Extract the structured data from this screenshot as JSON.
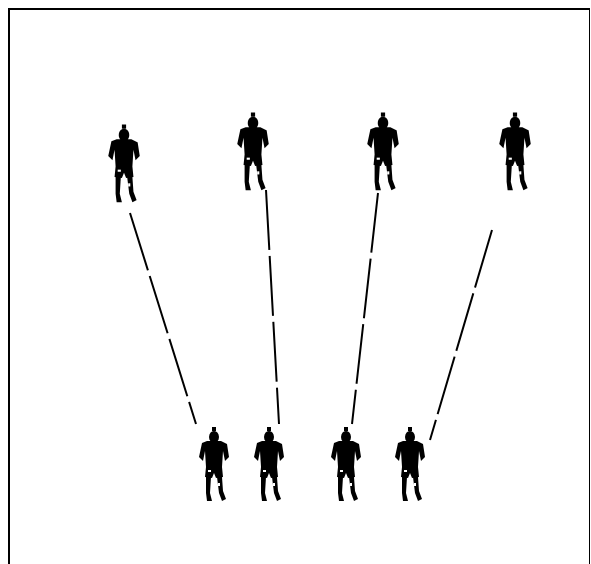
{
  "diagram": {
    "background_color": "#ffffff",
    "figure_color": "#000000",
    "line_color": "#000000",
    "frame_color": "#000000",
    "top_row_count": 4,
    "bottom_row_count": 4,
    "connections": [
      {
        "from": "top-1",
        "to": "bottom-1"
      },
      {
        "from": "top-2",
        "to": "bottom-2"
      },
      {
        "from": "top-3",
        "to": "bottom-3"
      },
      {
        "from": "top-4",
        "to": "bottom-4"
      }
    ],
    "icon": "player-figure-icon"
  }
}
